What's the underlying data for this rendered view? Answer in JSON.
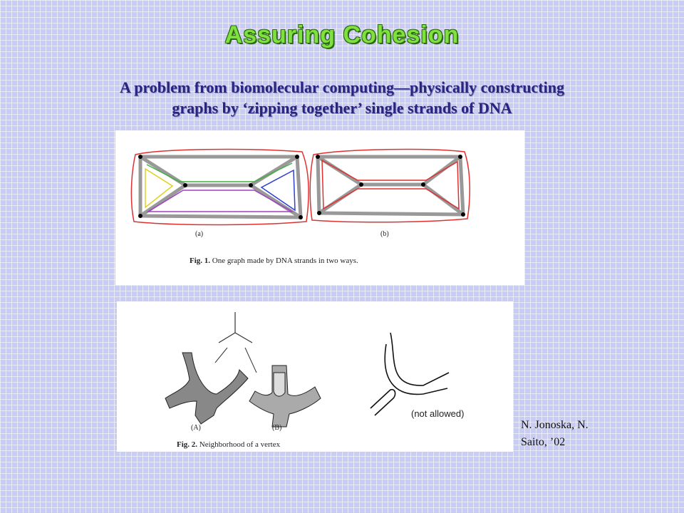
{
  "slide": {
    "title": "Assuring Cohesion",
    "subtitle_line1": "A problem from biomolecular computing—physically constructing",
    "subtitle_line2": "graphs by ‘zipping together’ single strands of DNA",
    "fig1": {
      "label_a": "(a)",
      "label_b": "(b)",
      "caption_bold": "Fig. 1.",
      "caption_text": " One graph made by DNA strands in two ways."
    },
    "fig2": {
      "label_a": "(A)",
      "label_b": "(B)",
      "caption_bold": "Fig. 2.",
      "caption_text": " Neighborhood of a vertex",
      "not_allowed": "(not allowed)"
    },
    "credit_line1": "N. Jonoska, N.",
    "credit_line2": "Saito, ’02"
  },
  "colors": {
    "background": "#c9cdf4",
    "title": "#7fe040",
    "subtitle": "#2a2380"
  }
}
